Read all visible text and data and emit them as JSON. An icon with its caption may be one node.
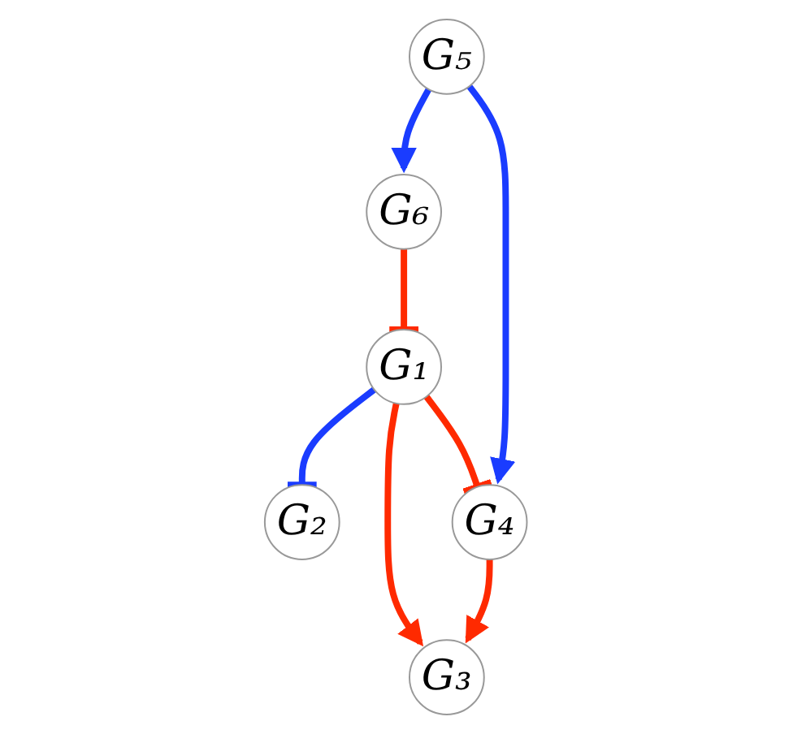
{
  "diagram": {
    "nodes": [
      {
        "text": [
          "G₆"
        ]
      },
      {
        "text": [
          "G₁"
        ]
      },
      {
        "text": [
          "G₃"
        ]
      },
      {
        "text": [
          "G₂"
        ]
      },
      {
        "text": [
          "G₄"
        ]
      },
      {
        "text": [
          "G₅"
        ]
      }
    ],
    "edges": [
      {
        "from": 0,
        "to": 1,
        "arrow": "other"
      },
      {
        "from": 1,
        "to": 2,
        "arrow": "to"
      },
      {
        "from": 1,
        "to": 3,
        "arrow": "other",
        "color": "#1a3cff"
      },
      {
        "from": 1,
        "to": 4,
        "arrow": "other"
      },
      {
        "from": 4,
        "to": 2,
        "arrow": "to"
      },
      {
        "from": 5,
        "to": 0,
        "arrow": "to",
        "color": "#1a3cff"
      },
      {
        "from": 5,
        "to": 4,
        "arrow": "to",
        "color": "#1a3cff"
      }
    ]
  }
}
